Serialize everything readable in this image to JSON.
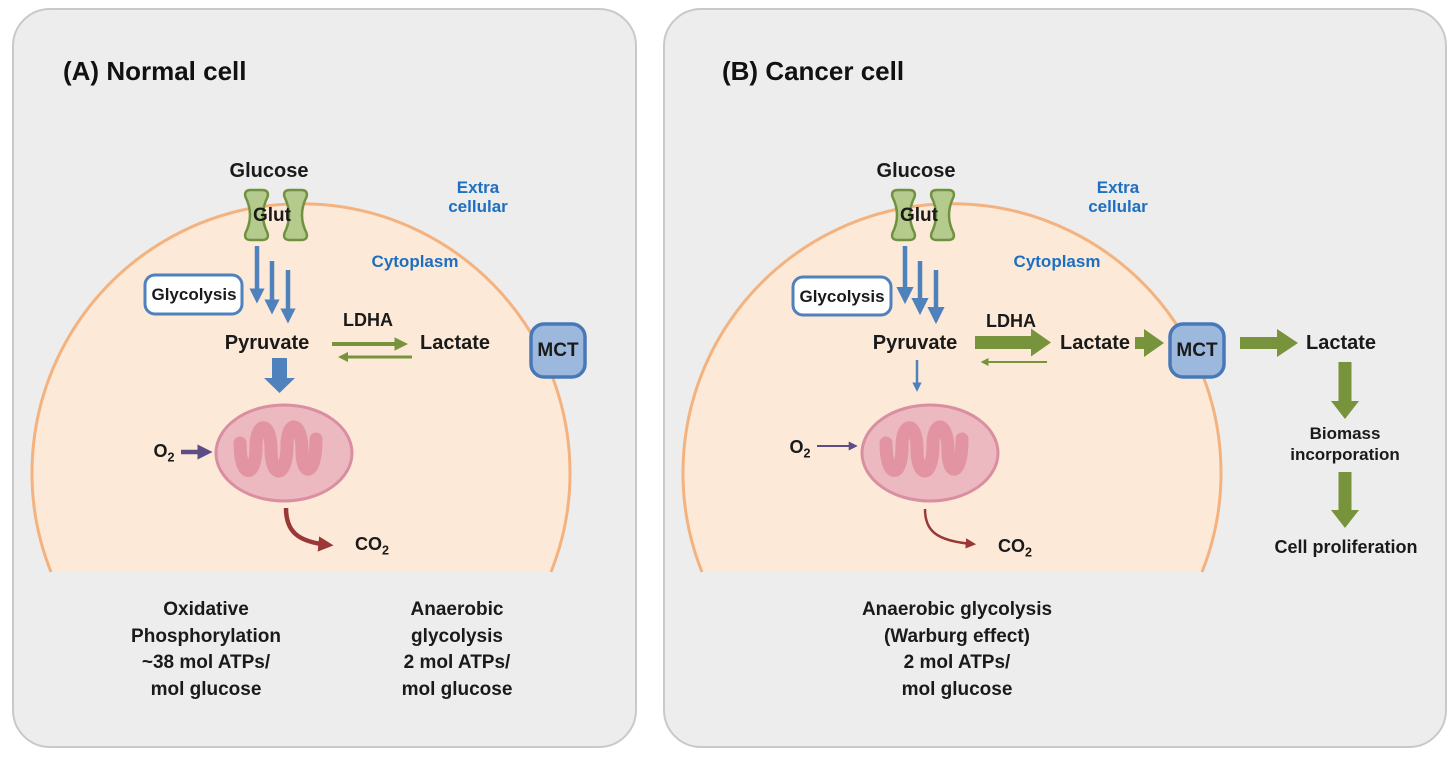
{
  "figure": {
    "panel_a": {
      "title": "(A) Normal cell",
      "glucose_label": "Glucose",
      "glut_label": "Glut",
      "extracellular_label": [
        "Extra",
        "cellular"
      ],
      "cytoplasm_label": "Cytoplasm",
      "glycolysis_label": "Glycolysis",
      "pyruvate_label": "Pyruvate",
      "ldha_label": "LDHA",
      "lactate_label": "Lactate",
      "mct_label": "MCT",
      "o2": {
        "base": "O",
        "sub": "2"
      },
      "co2": {
        "base": "CO",
        "sub": "2"
      },
      "caption_oxphos": [
        "Oxidative",
        "Phosphorylation",
        "~38 mol ATPs/",
        "mol glucose"
      ],
      "caption_anaerobic": [
        "Anaerobic",
        "glycolysis",
        "2 mol ATPs/",
        "mol glucose"
      ]
    },
    "panel_b": {
      "title": "(B) Cancer cell",
      "glucose_label": "Glucose",
      "glut_label": "Glut",
      "extracellular_label": [
        "Extra",
        "cellular"
      ],
      "cytoplasm_label": "Cytoplasm",
      "glycolysis_label": "Glycolysis",
      "pyruvate_label": "Pyruvate",
      "ldha_label": "LDHA",
      "lactate_label": "Lactate",
      "mct_label": "MCT",
      "o2": {
        "base": "O",
        "sub": "2"
      },
      "co2": {
        "base": "CO",
        "sub": "2"
      },
      "lactate_export_label": "Lactate",
      "biomass_label": [
        "Biomass",
        "incorporation"
      ],
      "cell_proliferation_label": "Cell proliferation",
      "caption_warburg": [
        "Anaerobic glycolysis",
        "(Warburg effect)",
        "2 mol ATPs/",
        "mol glucose"
      ]
    },
    "colors": {
      "panel_bg": "#ededed",
      "panel_border": "#c9c9c9",
      "cell_fill": "#fce9d8",
      "membrane": "#f4b27f",
      "arrow_blue": "#4f81bd",
      "arrow_green": "#77933c",
      "arrow_purple": "#5c4d85",
      "arrow_dark_red": "#9a3838",
      "label_blue": "#1e6fc0",
      "glut_fill": "#b5cb8d",
      "glut_stroke": "#6f9140",
      "mct_fill": "#9cb8dc",
      "mct_stroke": "#4878b8",
      "mito_fill": "#edb9c1",
      "mito_stroke": "#d98fa0",
      "mito_cristae": "#e294a3"
    }
  }
}
